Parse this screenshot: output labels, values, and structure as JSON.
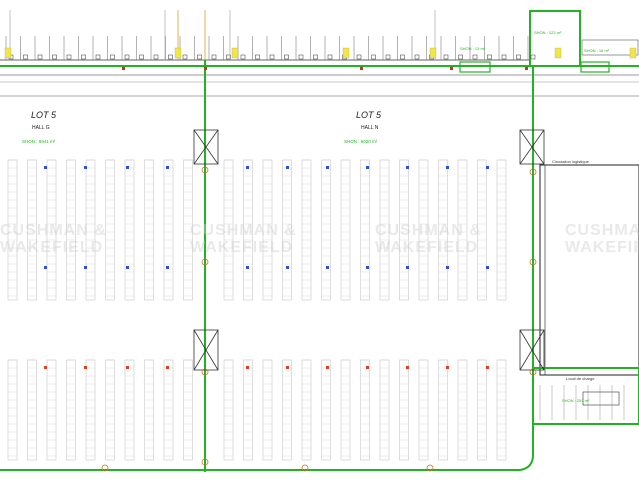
{
  "plan": {
    "lots": [
      {
        "lot": "LOT 5",
        "hall": "HALL G",
        "shon": "SHON : 5941 m²"
      },
      {
        "lot": "LOT 5",
        "hall": "HALL N",
        "shon": "SHON : 5020 m²"
      }
    ],
    "small_areas": {
      "top_mid": "SHON : 13 m²",
      "top_right_room": "SHON : 122 m²",
      "top_right_small": "SHON : 16 m²",
      "bottom_right": "SHON : 251 m²"
    },
    "annotations": {
      "loading_area": "Local de charge",
      "right_strip": "Circulation logistique"
    },
    "watermark_line1": "CUSHMAN &",
    "watermark_line2": "WAKEFIELD",
    "colors": {
      "accent_green": "#22b322",
      "grid_gray": "#c8c8c8",
      "watermark": "#cfcfcf"
    }
  }
}
